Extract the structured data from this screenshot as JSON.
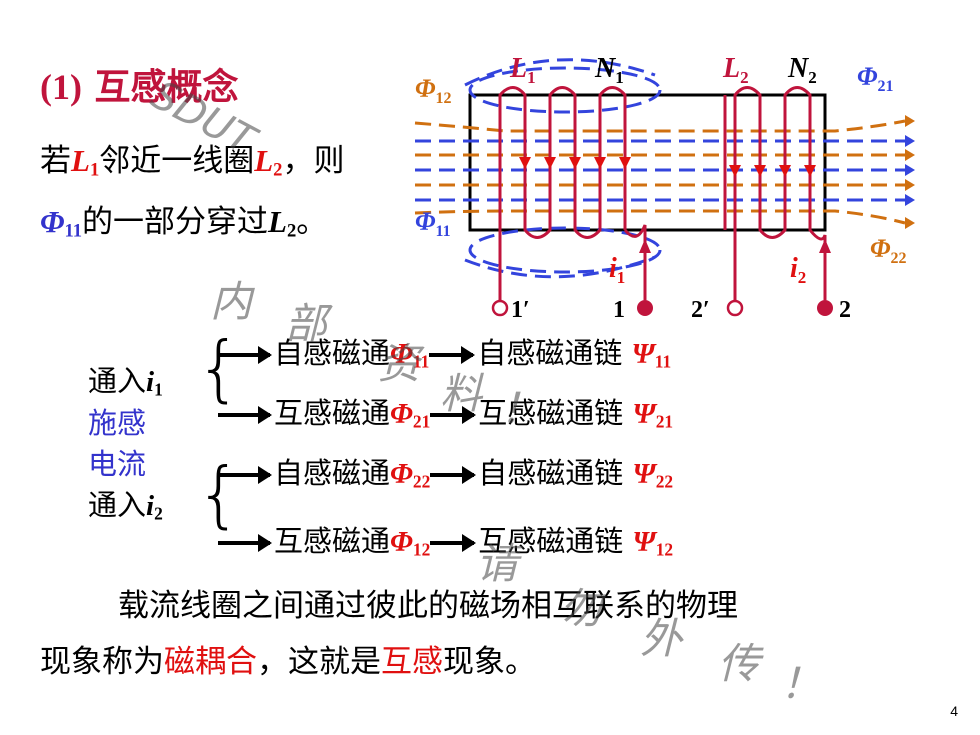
{
  "title": {
    "num": "(1)",
    "text": "互感概念"
  },
  "intro": {
    "l1a": "若",
    "L": "L",
    "s1": "1",
    "l1b": "邻近一线圈",
    "s2": "2",
    "l1c": "，则",
    "phi": "Φ",
    "s11": "11",
    "l2a": "的一部分穿过",
    "l2b": "。"
  },
  "left_labels": {
    "in1": "通入",
    "i": "i",
    "one": "1",
    "two": "2",
    "shigan": "施感",
    "dianliu": "电流",
    "in2": "通入"
  },
  "rows": [
    {
      "a": "自感磁通",
      "sym1": "Φ",
      "sub1": "11",
      "b": "自感磁通链",
      "sym2": "Ψ",
      "sub2": "11"
    },
    {
      "a": "互感磁通",
      "sym1": "Φ",
      "sub1": "21",
      "b": "互感磁通链",
      "sym2": "Ψ",
      "sub2": "21"
    },
    {
      "a": "自感磁通",
      "sym1": "Φ",
      "sub1": "22",
      "b": "自感磁通链",
      "sym2": "Ψ",
      "sub2": "22"
    },
    {
      "a": "互感磁通",
      "sym1": "Φ",
      "sub1": "12",
      "b": "互感磁通链",
      "sym2": "Ψ",
      "sub2": "12"
    }
  ],
  "summary": {
    "p1": "载流线圈之间通过彼此的磁场相互联系的物理",
    "p2a": "现象称为",
    "p2b": "磁耦合",
    "p2c": "，这就是",
    "p2d": "互感",
    "p2e": "现象。"
  },
  "diagram": {
    "L1": "L",
    "L1s": "1",
    "N1": "N",
    "N1s": "1",
    "L2": "L",
    "L2s": "2",
    "N2": "N",
    "N2s": "2",
    "phi12": "Φ",
    "phi12s": "12",
    "phi21": "Φ",
    "phi21s": "21",
    "phi11": "Φ",
    "phi11s": "11",
    "phi22": "Φ",
    "phi22s": "22",
    "i1": "i",
    "i1s": "1",
    "i2": "i",
    "i2s": "2",
    "t1p": "1′",
    "t1": "1",
    "t2p": "2′",
    "t2": "2"
  },
  "watermark": {
    "sdut": "SDUT",
    "c1": "内",
    "c2": "部",
    "c3": "资",
    "c4": "料",
    "c5": "！",
    "c6": "请",
    "c7": "勿",
    "c8": "外",
    "c9": "传",
    "c10": "！"
  },
  "page_number": "4",
  "colors": {
    "title": "#c0143c",
    "blue": "#3333cc",
    "red": "#e01010",
    "coil": "#c0143c",
    "orange": "#d07010",
    "flux_blue": "#3344dd"
  }
}
